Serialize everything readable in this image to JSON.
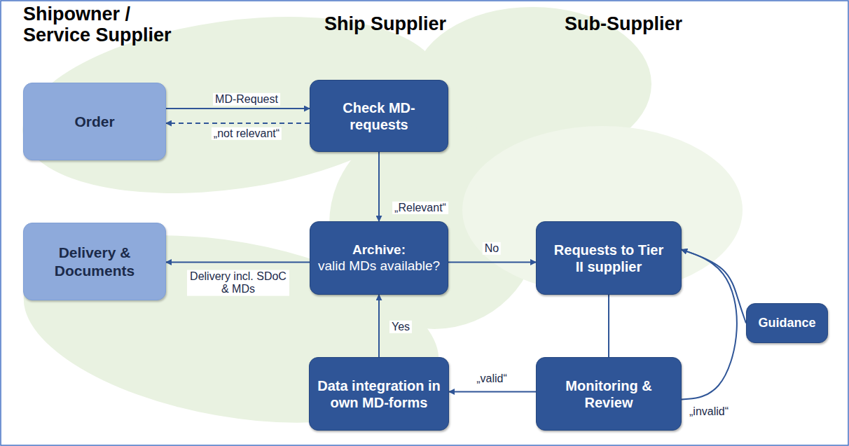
{
  "diagram": {
    "nodes": [
      {
        "text": [
          "Order"
        ]
      },
      {
        "text": [
          "Delivery & Documents"
        ]
      },
      {
        "text": [
          "Check MD-requests"
        ]
      },
      {
        "text": [
          "Archive:",
          "valid MDs available?"
        ]
      },
      {
        "text": [
          "Requests to Tier II supplier"
        ]
      },
      {
        "text": [
          "Guidance"
        ]
      },
      {
        "text": [
          "Data integration in own MD-forms"
        ]
      },
      {
        "text": [
          "Monitoring & Review"
        ]
      }
    ],
    "edges": [
      {
        "from": 0,
        "to": 2,
        "label": "MD-Request",
        "arrow": "to"
      },
      {
        "from": 2,
        "to": 0,
        "label": "„not relevant“",
        "arrow": "to"
      },
      {
        "from": 2,
        "to": 3,
        "label": "„Relevant“",
        "arrow": "to"
      },
      {
        "from": 3,
        "to": 1,
        "label": "Delivery incl. SDoC & MDs",
        "arrow": "to"
      },
      {
        "from": 3,
        "to": 4,
        "label": "No",
        "arrow": "to"
      },
      {
        "from": 4,
        "to": 7,
        "arrow": "none"
      },
      {
        "from": 7,
        "to": 6,
        "label": "„valid“",
        "arrow": "to"
      },
      {
        "from": 6,
        "to": 3,
        "label": "Yes",
        "arrow": "to"
      },
      {
        "from": 7,
        "to": 4,
        "label": "„invalid“",
        "arrow": "to"
      },
      {
        "from": 5,
        "to": 4,
        "arrow": "to"
      }
    ],
    "labels": [
      "Shipowner / Service Supplier",
      "Ship Supplier",
      "Sub-Supplier"
    ]
  }
}
